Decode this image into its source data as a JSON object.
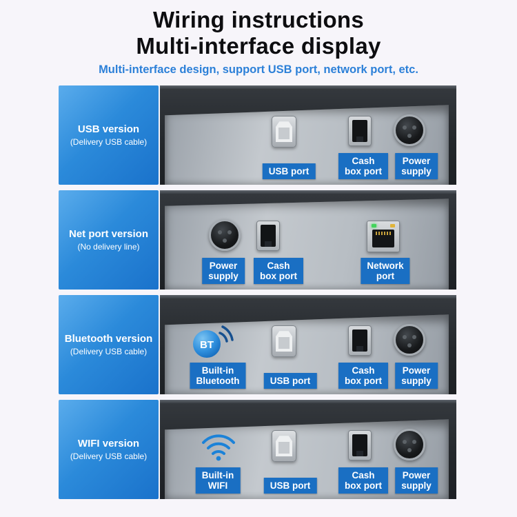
{
  "header": {
    "title_line1": "Wiring instructions",
    "title_line2": "Multi-interface display",
    "subtitle": "Multi-interface design, support USB port, network port, etc."
  },
  "rows": [
    {
      "title": "USB version",
      "sub": "(Delivery USB cable)"
    },
    {
      "title": "Net port version",
      "sub": "(No delivery line)"
    },
    {
      "title": "Bluetooth version",
      "sub": "(Delivery USB cable)"
    },
    {
      "title": "WIFI version",
      "sub": "(Delivery USB cable)"
    }
  ],
  "tags": {
    "usb_port": "USB port",
    "cash_line1": "Cash",
    "cash_line2": "box port",
    "power_line1": "Power",
    "power_line2": "supply",
    "network_line1": "Network",
    "network_line2": "port",
    "builtin": "Built-in",
    "bluetooth": "Bluetooth",
    "wifi": "WIFI"
  },
  "icons": {
    "bt_label": "BT"
  },
  "colors": {
    "background": "#f7f5fa",
    "title_black": "#0d0d10",
    "subtitle_blue": "#2c80d8",
    "label_gradient_start": "#5aacec",
    "label_gradient_end": "#1a72cb",
    "tag_blue": "#1a6fc3",
    "panel_gray": "#b7bdc3",
    "printer_dark": "#24282c",
    "led_green": "#43d45c",
    "led_yellow": "#e0b43a"
  }
}
